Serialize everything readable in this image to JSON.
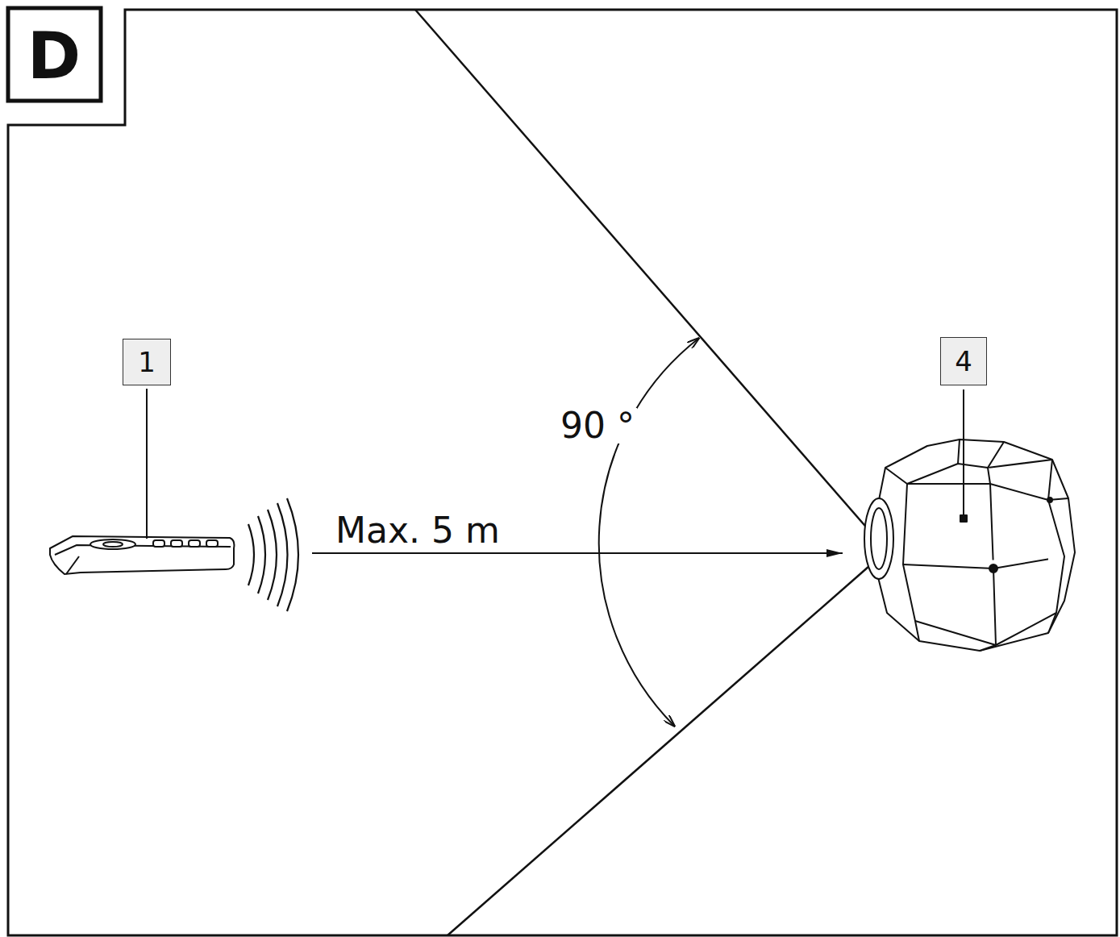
{
  "diagram": {
    "labels": [
      "D",
      "1",
      "90 °",
      "Max. 5 m",
      "4"
    ]
  }
}
